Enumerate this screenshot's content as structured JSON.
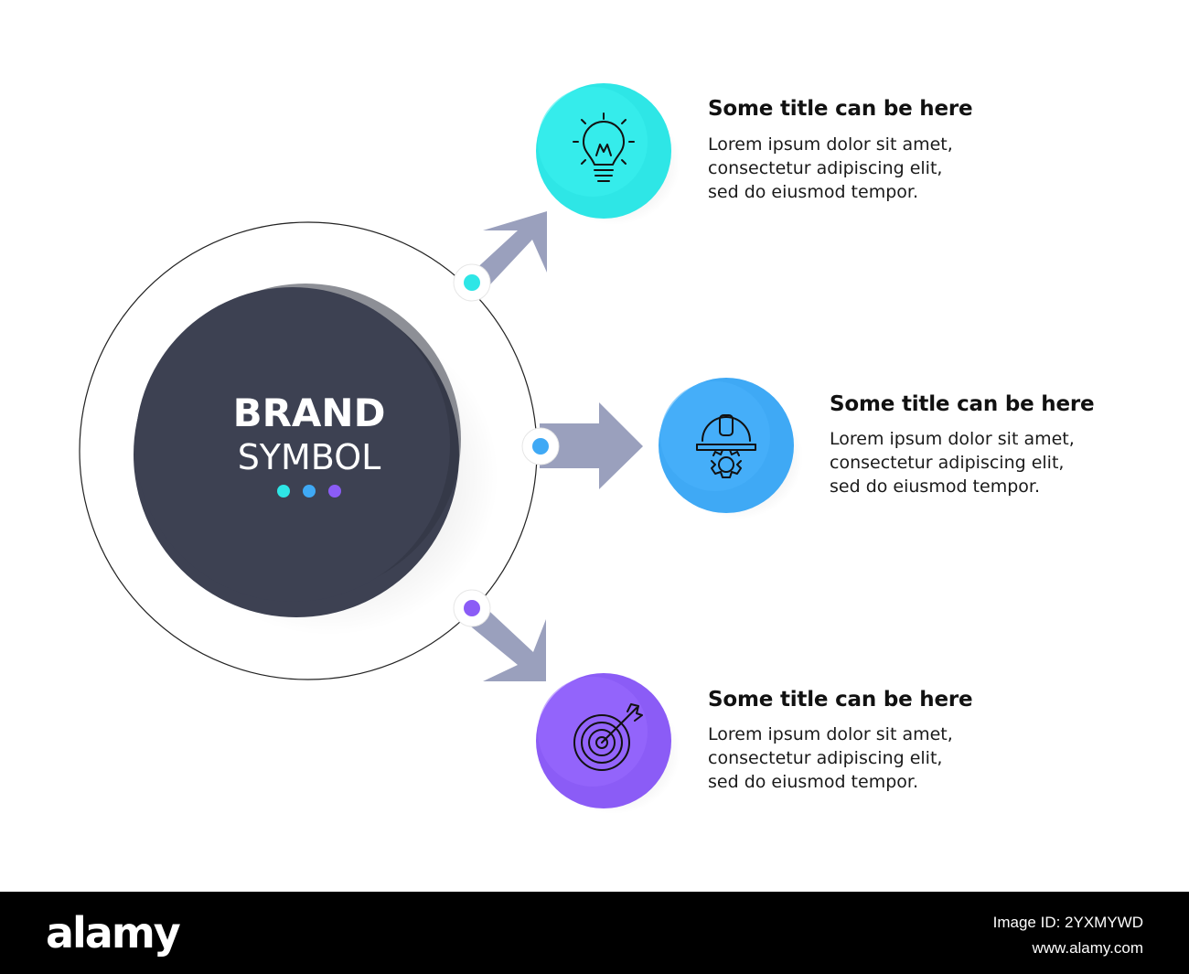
{
  "brand": {
    "line1": "BRAND",
    "line2": "SYMBOL",
    "dot_colors": [
      "#2ee6e6",
      "#3fa9f5",
      "#8b5cf6"
    ]
  },
  "items": [
    {
      "title": "Some title can be here",
      "lines": [
        "Lorem ipsum dolor sit amet,",
        "consectetur adipiscing elit,",
        "sed do eiusmod tempor."
      ],
      "icon": "lightbulb-icon",
      "color": "#2ee6e6"
    },
    {
      "title": "Some title can be here",
      "lines": [
        "Lorem ipsum dolor sit amet,",
        "consectetur adipiscing elit,",
        "sed do eiusmod tempor."
      ],
      "icon": "hardhat-gear-icon",
      "color": "#3fa9f5"
    },
    {
      "title": "Some title can be here",
      "lines": [
        "Lorem ipsum dolor sit amet,",
        "consectetur adipiscing elit,",
        "sed do eiusmod tempor."
      ],
      "icon": "target-arrow-icon",
      "color": "#8b5cf6"
    }
  ],
  "colors": {
    "center_circle": "#3d4152",
    "arrow": "#9aa0bd",
    "outline": "#222222"
  },
  "footer": {
    "logo": "alamy",
    "image_id": "Image ID: 2YXMYWD",
    "url": "www.alamy.com"
  }
}
